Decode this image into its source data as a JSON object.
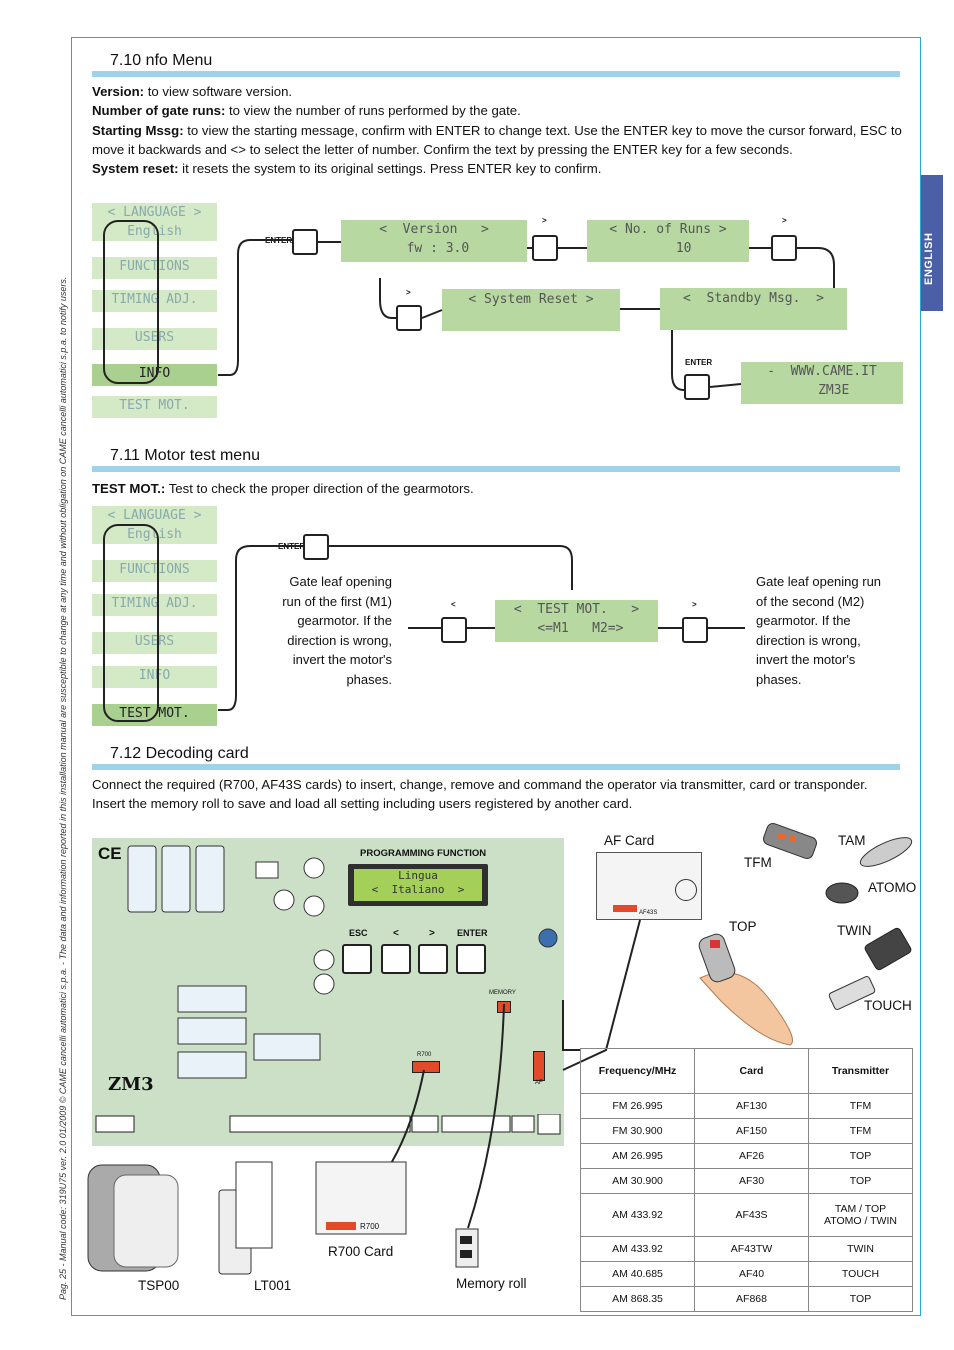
{
  "side_tab": "ENGLISH",
  "footer_vertical": "Pag. 25 - Manual code: 319U75 ver. 2.0 01/2009 © CAME cancelli automatici s.p.a. - The data and information reported in this installation manual are susceptible to change at any time and without obligation on CAME cancelli automatici s.p.a. to notify users.",
  "s710": {
    "title": "7.10 nfo Menu",
    "version_label": "Version:",
    "version_text": " to view software version.",
    "runs_label": "Number of gate runs:",
    "runs_text": " to view the number of runs performed by the gate.",
    "start_label": "Starting Mssg:",
    "start_text": " to view the starting message, confirm with ENTER to change text. Use the ENTER key to move the cursor forward, ESC to move it backwards and <> to select the letter of number. Confirm the text by pressing the ENTER key for a few seconds.",
    "reset_label": "System reset:",
    "reset_text": " it resets the system to its original settings. Press ENTER key to confirm.",
    "menu": [
      "< LANGUAGE >\nEnglish",
      "FUNCTIONS",
      "TIMING ADJ.",
      "USERS",
      "INFO",
      "TEST MOT."
    ],
    "lcd_version": "<  Version   >\n fw : 3.0",
    "lcd_runs": "< No. of Runs >\n    10",
    "lcd_reset": "< System Reset >",
    "lcd_standby": "<  Standby Msg.  >",
    "lcd_www": "-  WWW.CAME.IT\n   ZM3E",
    "key_enter": "ENTER",
    "key_right": ">"
  },
  "s711": {
    "title": "7.11 Motor test menu",
    "label": "TEST MOT.:",
    "text": " Test to check the proper direction of the gearmotors.",
    "menu": [
      "< LANGUAGE >\nEnglish",
      "FUNCTIONS",
      "TIMING ADJ.",
      "USERS",
      "INFO",
      "TEST MOT."
    ],
    "lcd_test": "<  TEST MOT.   >\n <=M1   M2=>",
    "key_enter": "ENTER",
    "key_left": "<",
    "key_right": ">",
    "note_left": "Gate leaf opening\nrun of the first (M1)\ngearmotor. If the\ndirection is wrong,\ninvert the motor's\nphases.",
    "note_right": "Gate leaf opening run\nof the second (M2)\ngearmotor. If the\ndirection is wrong,\ninvert the motor's\nphases."
  },
  "s712": {
    "title": "7.12 Decoding card",
    "text": "Connect the required (R700, AF43S cards) to insert, change, remove and command the operator via transmitter, card or transponder. Insert the memory roll to save and load all setting including users registered by another card.",
    "board": {
      "prog_title": "PROGRAMMING FUNCTION",
      "lcd": "Lingua\n<  Italiano  >",
      "keys": [
        "ESC",
        "<",
        ">",
        "ENTER"
      ],
      "memory": "MEMORY",
      "r700": "R700",
      "af": "AF",
      "brand": "ZM3",
      "ce": "CE"
    },
    "labels": {
      "af_card": "AF Card",
      "af43s": "AF43S",
      "tfm": "TFM",
      "tam": "TAM",
      "atomo": "ATOMO",
      "top": "TOP",
      "twin": "TWIN",
      "touch": "TOUCH",
      "r700_card": "R700 Card",
      "r700_small": "R700",
      "memory_roll": "Memory roll",
      "tsp00": "TSP00",
      "lt001": "LT001"
    },
    "table": {
      "headers": [
        "Frequency/MHz",
        "Card",
        "Transmitter"
      ],
      "rows": [
        [
          "FM 26.995",
          "AF130",
          "TFM"
        ],
        [
          "FM 30.900",
          "AF150",
          "TFM"
        ],
        [
          "AM 26.995",
          "AF26",
          "TOP"
        ],
        [
          "AM 30.900",
          "AF30",
          "TOP"
        ],
        [
          "AM 433.92",
          "AF43S",
          "TAM / TOP\nATOMO / TWIN"
        ],
        [
          "AM 433.92",
          "AF43TW",
          "TWIN"
        ],
        [
          "AM 40.685",
          "AF40",
          "TOUCH"
        ],
        [
          "AM 868.35",
          "AF868",
          "TOP"
        ]
      ]
    }
  }
}
